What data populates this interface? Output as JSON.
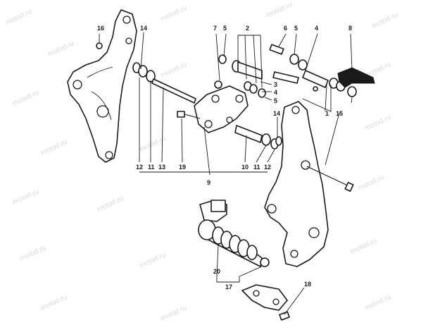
{
  "watermark": "motod.ru",
  "callouts": [
    "16",
    "14",
    "7",
    "5",
    "2",
    "6",
    "5",
    "4",
    "8",
    "3",
    "4",
    "5",
    "1",
    "15",
    "14",
    "12",
    "11",
    "13",
    "19",
    "10",
    "11",
    "12",
    "9",
    "20",
    "17",
    "18"
  ]
}
